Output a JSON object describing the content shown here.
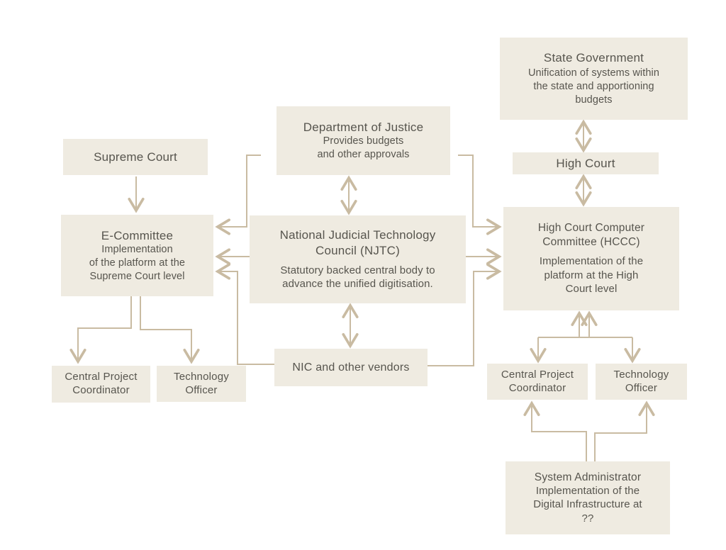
{
  "diagram": {
    "type": "org-flowchart",
    "background": "#ffffff",
    "colors": {
      "box_fill": "#efebe1",
      "line": "#c9bba2",
      "text": "#57554e"
    },
    "nodes": {
      "state_government": {
        "title": "State Government",
        "body": "Unification of systems within\nthe state and apportioning\nbudgets"
      },
      "high_court": {
        "title": "High Court"
      },
      "hccc": {
        "title": "High Court Computer\nCommittee (HCCC)",
        "body": "Implementation of the\nplatform at the High\nCourt level"
      },
      "department_of_justice": {
        "title": "Department of Justice",
        "body": "Provides budgets\nand other approvals"
      },
      "njtc": {
        "title": "National Judicial Technology\nCouncil (NJTC)",
        "body": "Statutory backed central body to\nadvance the unified digitisation."
      },
      "supreme_court": {
        "title": "Supreme Court"
      },
      "e_committee": {
        "title": "E-Committee",
        "body": "Implementation\nof the platform at the\nSupreme Court level"
      },
      "nic_vendors": {
        "title": "NIC and other vendors"
      },
      "cpc_left": {
        "title": "Central Project\nCoordinator"
      },
      "to_left": {
        "title": "Technology\nOfficer"
      },
      "cpc_right": {
        "title": "Central Project\nCoordinator"
      },
      "to_right": {
        "title": "Technology\nOfficer"
      },
      "system_administrator": {
        "title": "System Administrator",
        "body": "Implementation of the\nDigital Infrastructure at\n??"
      }
    },
    "edges": [
      {
        "from": "Supreme Court",
        "to": "E-Committee",
        "direction": "one-way"
      },
      {
        "from": "State Government",
        "to": "High Court",
        "direction": "two-way"
      },
      {
        "from": "High Court",
        "to": "High Court Computer Committee (HCCC)",
        "direction": "two-way"
      },
      {
        "from": "Department of Justice",
        "to": "National Judicial Technology Council (NJTC)",
        "direction": "two-way"
      },
      {
        "from": "National Judicial Technology Council (NJTC)",
        "to": "NIC and other vendors",
        "direction": "two-way"
      },
      {
        "from": "Department of Justice",
        "to": "E-Committee",
        "direction": "one-way"
      },
      {
        "from": "National Judicial Technology Council (NJTC)",
        "to": "E-Committee",
        "direction": "one-way"
      },
      {
        "from": "NIC and other vendors",
        "to": "E-Committee",
        "direction": "one-way"
      },
      {
        "from": "Department of Justice",
        "to": "High Court Computer Committee (HCCC)",
        "direction": "one-way"
      },
      {
        "from": "National Judicial Technology Council (NJTC)",
        "to": "High Court Computer Committee (HCCC)",
        "direction": "one-way"
      },
      {
        "from": "NIC and other vendors",
        "to": "High Court Computer Committee (HCCC)",
        "direction": "one-way"
      },
      {
        "from": "E-Committee",
        "to": "Central Project Coordinator (Supreme Court)",
        "direction": "one-way"
      },
      {
        "from": "E-Committee",
        "to": "Technology Officer (Supreme Court)",
        "direction": "one-way"
      },
      {
        "from": "High Court Computer Committee (HCCC)",
        "to": "Central Project Coordinator (High Court)",
        "direction": "two-way"
      },
      {
        "from": "High Court Computer Committee (HCCC)",
        "to": "Technology Officer (High Court)",
        "direction": "two-way"
      },
      {
        "from": "System Administrator",
        "to": "Central Project Coordinator (High Court)",
        "direction": "one-way"
      },
      {
        "from": "System Administrator",
        "to": "Technology Officer (High Court)",
        "direction": "one-way"
      }
    ]
  }
}
